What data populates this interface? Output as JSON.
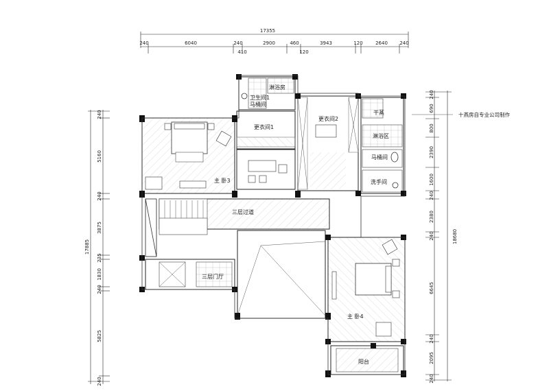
{
  "dimensions": {
    "top_total": "17355",
    "top_segments": [
      "240",
      "6040",
      "240",
      "2900",
      "460",
      "3943",
      "120",
      "2640",
      "240"
    ],
    "top_small": [
      "410",
      "120"
    ],
    "left_total": "17885",
    "left_segments": [
      "240",
      "5160",
      "240",
      "3875",
      "235",
      "1830",
      "240",
      "5825",
      "240"
    ],
    "right_total": "18680",
    "right_segments": [
      "240",
      "690",
      "800",
      "2390",
      "1600",
      "240",
      "2380",
      "240",
      "6645",
      "240",
      "2095",
      "240"
    ]
  },
  "rooms": {
    "shower_room": "淋浴房",
    "bathroom_1": "卫生间1",
    "toilet_room_1": "马桶间",
    "closet_1": "更衣间1",
    "closet_2": "更衣间2",
    "steam_room": "干蒸",
    "shower_area": "淋浴区",
    "toilet_room_2": "马桶间",
    "wash_room": "洗手间",
    "master_bedroom_3": "主 卧3",
    "corridor_3f": "三层过道",
    "foyer_3f": "三层门厅",
    "master_bedroom_4": "主 卧4",
    "balcony": "阳台"
  },
  "watermark": "十燕房自专业公司制作"
}
